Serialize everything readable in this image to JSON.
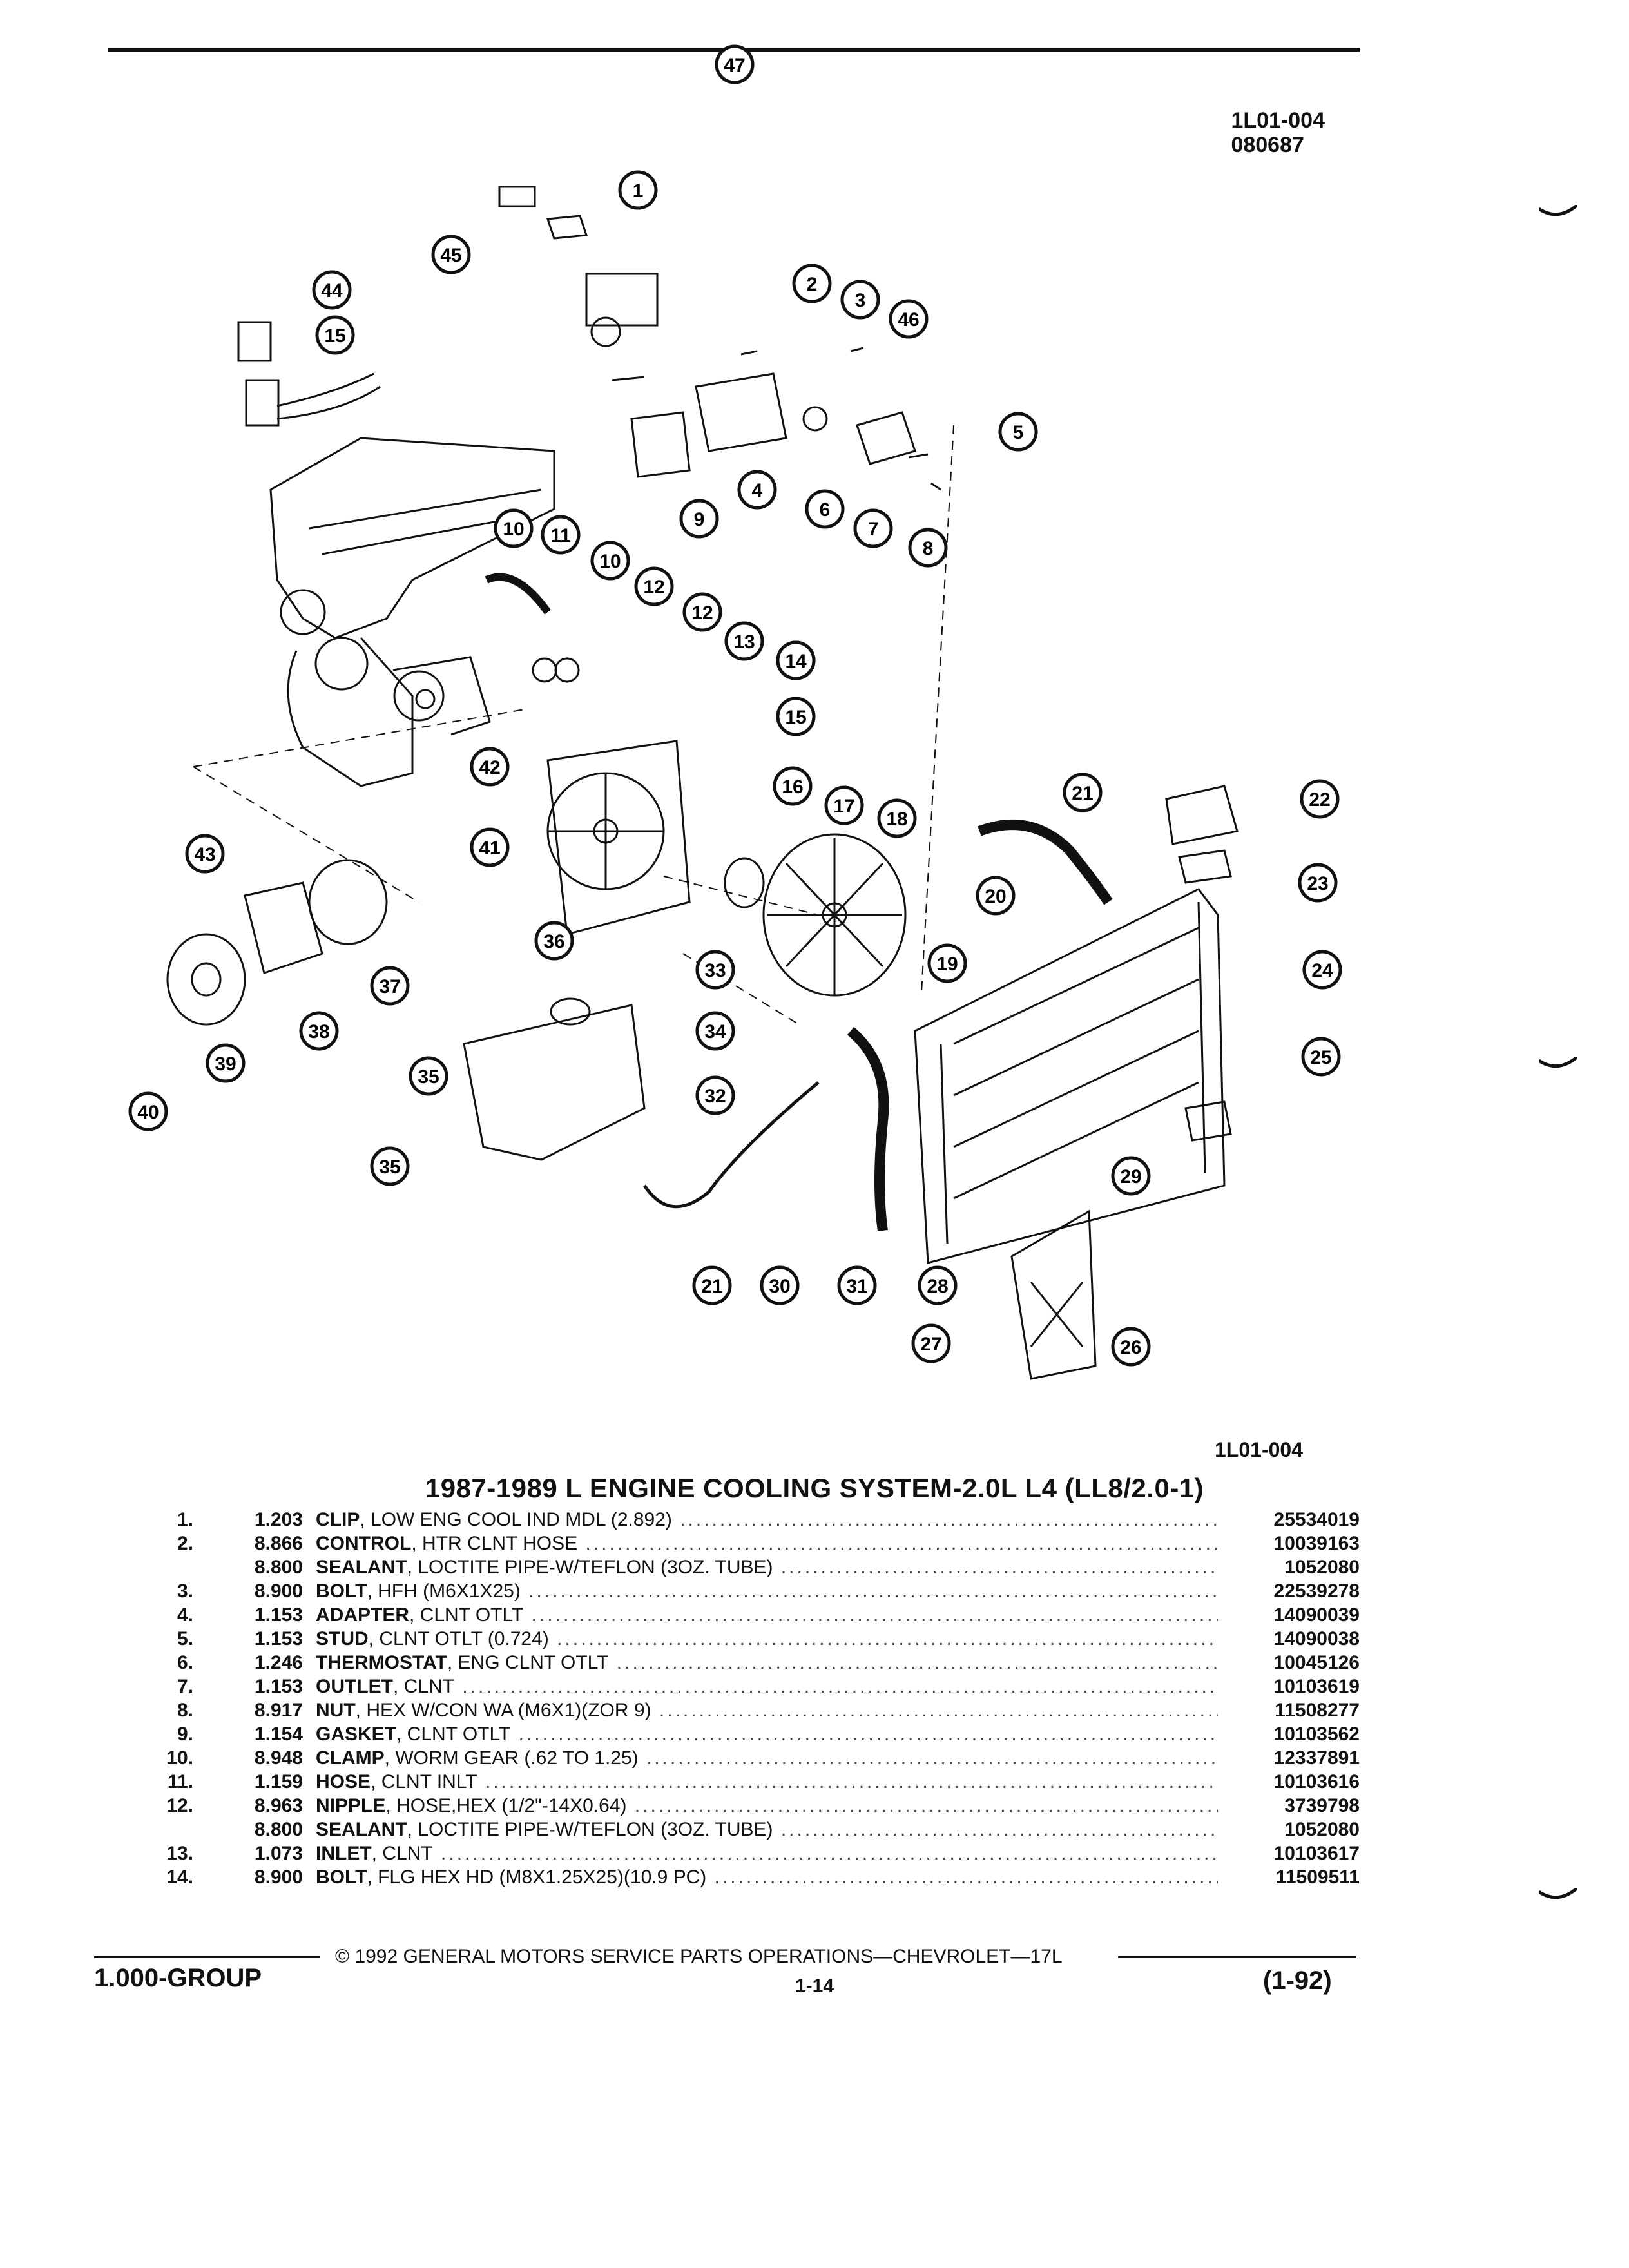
{
  "figure": {
    "code": "1L01-004",
    "date_code": "080687",
    "reference": "1L01-004"
  },
  "title": "1987-1989 L ENGINE COOLING SYSTEM-2.0L L4 (LL8/2.0-1)",
  "callouts": [
    "1",
    "2",
    "3",
    "4",
    "5",
    "6",
    "7",
    "8",
    "9",
    "10",
    "11",
    "10",
    "12",
    "12",
    "13",
    "14",
    "15",
    "16",
    "17",
    "18",
    "19",
    "20",
    "21",
    "22",
    "23",
    "24",
    "25",
    "26",
    "27",
    "28",
    "29",
    "30",
    "31",
    "21",
    "32",
    "33",
    "34",
    "35",
    "35",
    "36",
    "37",
    "38",
    "39",
    "40",
    "41",
    "42",
    "43",
    "14",
    "15",
    "44",
    "45",
    "46",
    "47"
  ],
  "parts": [
    {
      "num": "1.",
      "group": "1.203",
      "name": "CLIP",
      "desc": ", LOW ENG COOL IND MDL (2.892)",
      "part_no": "25534019"
    },
    {
      "num": "2.",
      "group": "8.866",
      "name": "CONTROL",
      "desc": ", HTR CLNT HOSE",
      "part_no": "10039163"
    },
    {
      "num": "",
      "group": "8.800",
      "name": "SEALANT",
      "desc": ", LOCTITE PIPE-W/TEFLON (3OZ. TUBE)",
      "part_no": "1052080"
    },
    {
      "num": "3.",
      "group": "8.900",
      "name": "BOLT",
      "desc": ", HFH (M6X1X25)",
      "part_no": "22539278"
    },
    {
      "num": "4.",
      "group": "1.153",
      "name": "ADAPTER",
      "desc": ", CLNT OTLT",
      "part_no": "14090039"
    },
    {
      "num": "5.",
      "group": "1.153",
      "name": "STUD",
      "desc": ", CLNT OTLT (0.724)",
      "part_no": "14090038"
    },
    {
      "num": "6.",
      "group": "1.246",
      "name": "THERMOSTAT",
      "desc": ", ENG CLNT OTLT",
      "part_no": "10045126"
    },
    {
      "num": "7.",
      "group": "1.153",
      "name": "OUTLET",
      "desc": ", CLNT",
      "part_no": "10103619"
    },
    {
      "num": "8.",
      "group": "8.917",
      "name": "NUT",
      "desc": ", HEX W/CON WA (M6X1)(ZOR 9)",
      "part_no": "11508277"
    },
    {
      "num": "9.",
      "group": "1.154",
      "name": "GASKET",
      "desc": ", CLNT OTLT",
      "part_no": "10103562"
    },
    {
      "num": "10.",
      "group": "8.948",
      "name": "CLAMP",
      "desc": ", WORM GEAR (.62 TO 1.25)",
      "part_no": "12337891"
    },
    {
      "num": "11.",
      "group": "1.159",
      "name": "HOSE",
      "desc": ", CLNT INLT",
      "part_no": "10103616"
    },
    {
      "num": "12.",
      "group": "8.963",
      "name": "NIPPLE",
      "desc": ", HOSE,HEX (1/2\"-14X0.64)",
      "part_no": "3739798"
    },
    {
      "num": "",
      "group": "8.800",
      "name": "SEALANT",
      "desc": ", LOCTITE PIPE-W/TEFLON (3OZ. TUBE)",
      "part_no": "1052080"
    },
    {
      "num": "13.",
      "group": "1.073",
      "name": "INLET",
      "desc": ", CLNT",
      "part_no": "10103617"
    },
    {
      "num": "14.",
      "group": "8.900",
      "name": "BOLT",
      "desc": ", FLG HEX HD (M8X1.25X25)(10.9 PC)",
      "part_no": "11509511"
    }
  ],
  "footer": {
    "copyright": "© 1992 GENERAL MOTORS SERVICE PARTS OPERATIONS—CHEVROLET—17L",
    "group": "1.000-GROUP",
    "page": "1-14",
    "revision": "(1-92)"
  }
}
